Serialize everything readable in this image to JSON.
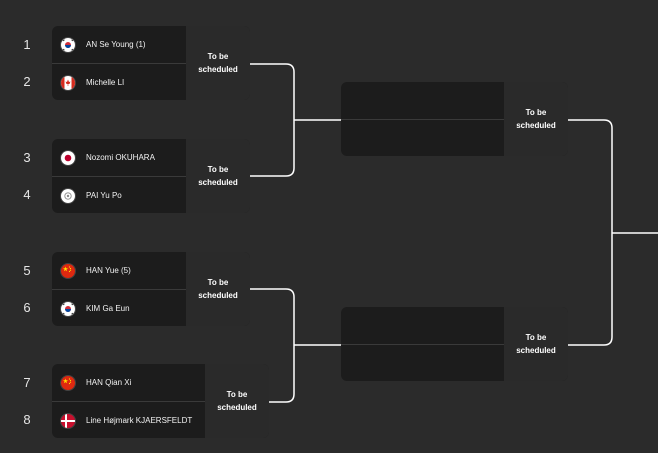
{
  "seeds": [
    "1",
    "2",
    "3",
    "4",
    "5",
    "6",
    "7",
    "8"
  ],
  "matches": [
    {
      "p1": {
        "name": "AN Se Young (1)",
        "flag": "kr-flag-icon"
      },
      "p2": {
        "name": "Michelle LI",
        "flag": "ca-flag-icon"
      },
      "status": "To be scheduled"
    },
    {
      "p1": {
        "name": "Nozomi OKUHARA",
        "flag": "jp-flag-icon"
      },
      "p2": {
        "name": "PAI Yu Po",
        "flag": "tpe-flag-icon"
      },
      "status": "To be scheduled"
    },
    {
      "p1": {
        "name": "HAN Yue (5)",
        "flag": "cn-flag-icon"
      },
      "p2": {
        "name": "KIM Ga Eun",
        "flag": "kr-flag-icon"
      },
      "status": "To be scheduled"
    },
    {
      "p1": {
        "name": "HAN Qian Xi",
        "flag": "cn-flag-icon"
      },
      "p2": {
        "name": "Line Højmark KJAERSFELDT",
        "flag": "dk-flag-icon"
      },
      "status": "To be scheduled"
    }
  ],
  "semifinals": [
    {
      "status": "To be scheduled"
    },
    {
      "status": "To be scheduled"
    }
  ],
  "colors": {
    "background": "#2b2b2b",
    "card": "#1c1c1c",
    "status_panel": "#2a2a2a",
    "connector": "#ffffff"
  }
}
